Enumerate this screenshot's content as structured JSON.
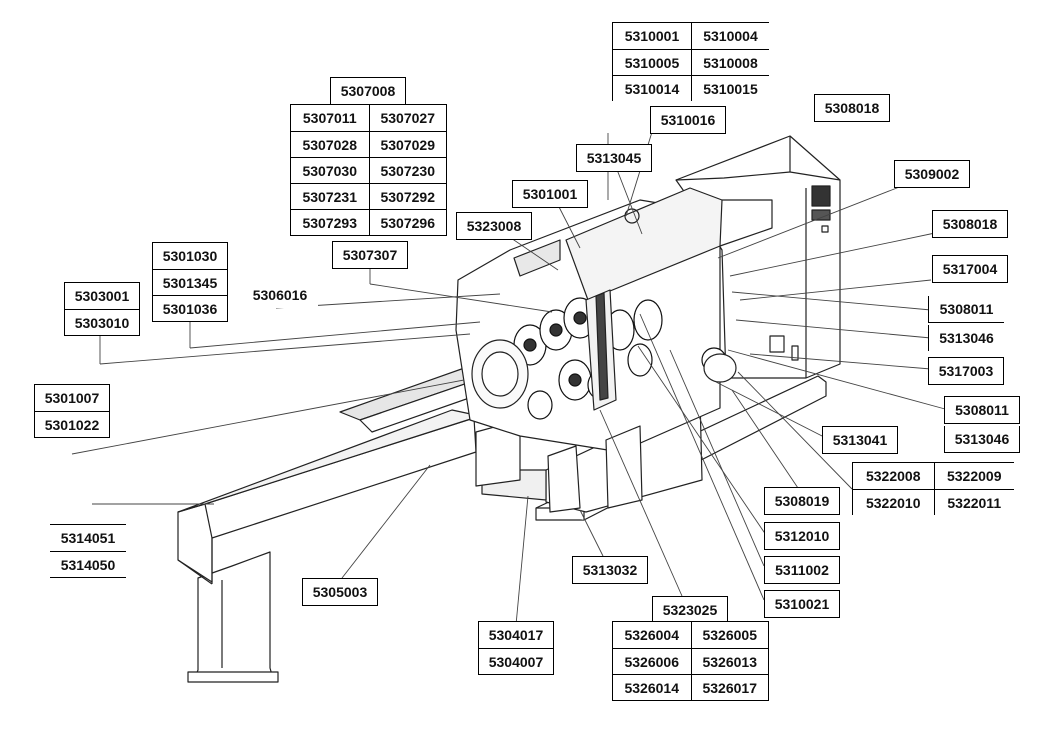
{
  "part_numbers": {
    "p5310_group": [
      "5310001",
      "5310004",
      "5310005",
      "5310008",
      "5310014",
      "5310015"
    ],
    "p5310016": "5310016",
    "p5308018_top": "5308018",
    "p5307008": "5307008",
    "p5307_group": [
      "5307011",
      "5307027",
      "5307028",
      "5307029",
      "5307030",
      "5307230",
      "5307231",
      "5307292",
      "5307293",
      "5307296"
    ],
    "p5307307": "5307307",
    "p5313045": "5313045",
    "p5301001": "5301001",
    "p5323008": "5323008",
    "p5309002": "5309002",
    "p5308018_right": "5308018",
    "p5317004": "5317004",
    "p5308011_a": "5308011",
    "p5313046_a": "5313046",
    "p5317003": "5317003",
    "p5308011_b": "5308011",
    "p5313046_b": "5313046",
    "p5301030_group": [
      "5301030",
      "5301345",
      "5301036"
    ],
    "p5306016": "5306016",
    "p5303_group": [
      "5303001",
      "5303010"
    ],
    "p5301007_group": [
      "5301007",
      "5301022"
    ],
    "p5313041": "5313041",
    "p5322_group": [
      "5322008",
      "5322009",
      "5322010",
      "5322011"
    ],
    "p5308019": "5308019",
    "p5312010": "5312010",
    "p5311002": "5311002",
    "p5310021": "5310021",
    "p5314_group": [
      "5314051",
      "5314050"
    ],
    "p5305003": "5305003",
    "p5313032": "5313032",
    "p5323025": "5323025",
    "p5326_group": [
      "5326004",
      "5326005",
      "5326006",
      "5326013",
      "5326014",
      "5326017"
    ],
    "p5304_group": [
      "5304017",
      "5304007"
    ]
  }
}
